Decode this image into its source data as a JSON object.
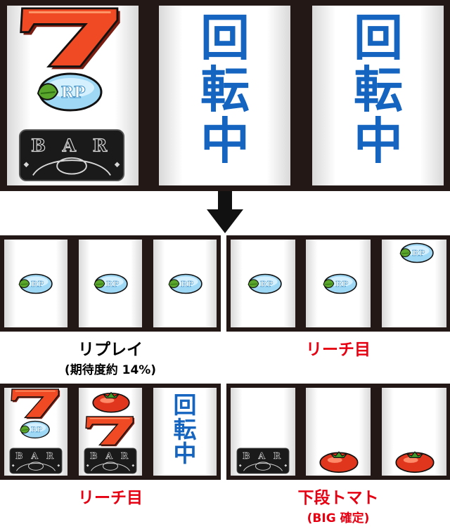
{
  "top_row": {
    "reel2": {
      "chars": [
        "回",
        "転",
        "中"
      ]
    },
    "reel3": {
      "chars": [
        "回",
        "転",
        "中"
      ]
    }
  },
  "symbols": {
    "replay_label": "RP",
    "bar_label": "B A R"
  },
  "panels": {
    "replay": {
      "title": "リプレイ",
      "subtitle": "(期待度約 14%)"
    },
    "reach1": {
      "title": "リーチ目"
    },
    "reach2": {
      "title": "リーチ目",
      "reel3_chars": [
        "回",
        "転",
        "中"
      ]
    },
    "lower_tomato": {
      "title": "下段トマト",
      "subtitle": "(BIG 確定)"
    }
  },
  "colors": {
    "frame": "#231815",
    "caption_red": "#e60012",
    "caption_black": "#000000",
    "spin_text": "#1565c0"
  }
}
